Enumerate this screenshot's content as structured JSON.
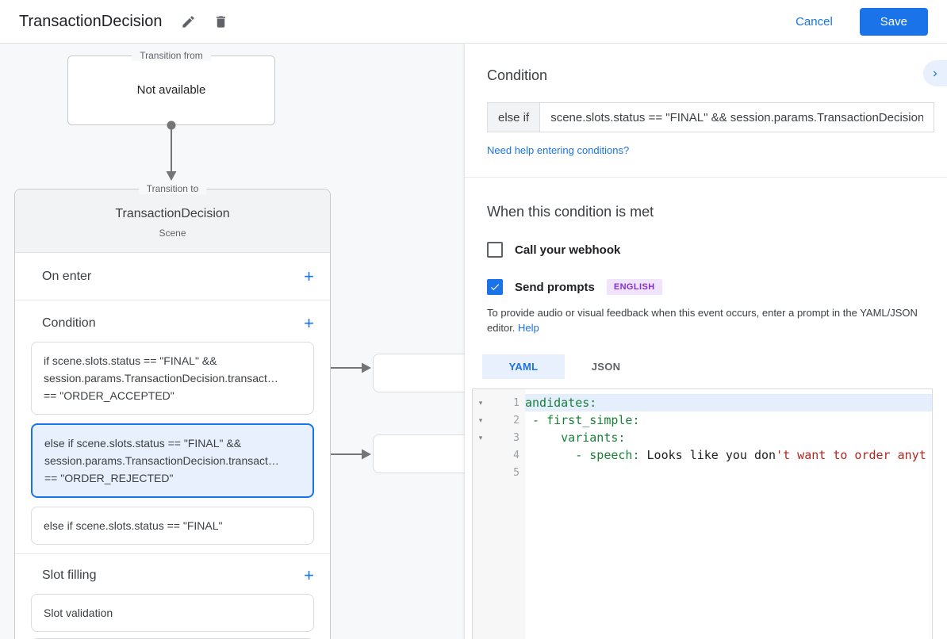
{
  "header": {
    "title": "TransactionDecision",
    "cancel_label": "Cancel",
    "save_label": "Save"
  },
  "icons": {
    "add": "+",
    "fold": "▾"
  },
  "colors": {
    "accent_blue": "#1a73e8",
    "selected_condition_bg": "#e8f0fe",
    "selected_condition_border": "#1a73e8",
    "code_key_green": "#188038",
    "code_string_red": "#b3261e",
    "badge_purple": "#8430ce"
  },
  "canvas": {
    "transition_from": {
      "legend": "Transition from",
      "text": "Not available"
    },
    "transition_to": {
      "legend": "Transition to",
      "scene_name": "TransactionDecision",
      "scene_type": "Scene",
      "on_enter_label": "On enter",
      "condition_label": "Condition",
      "condition_items": [
        {
          "text": "if scene.slots.status == \"FINAL\" &&\nsession.params.TransactionDecision.transact…\n== \"ORDER_ACCEPTED\"",
          "selected": false
        },
        {
          "text": "else if scene.slots.status == \"FINAL\" &&\nsession.params.TransactionDecision.transact…\n== \"ORDER_REJECTED\"",
          "selected": true
        },
        {
          "text": "else if scene.slots.status == \"FINAL\"",
          "selected": false
        }
      ],
      "slot_filling_label": "Slot filling",
      "slot_items": [
        {
          "text": "Slot validation"
        }
      ]
    }
  },
  "panel": {
    "title": "Condition",
    "condition_prefix": "else if",
    "condition_value": "scene.slots.status == \"FINAL\" && session.params.TransactionDecision.",
    "help_link": "Need help entering conditions?",
    "when_met": {
      "title": "When this condition is met",
      "webhook_label": "Call your webhook",
      "prompts_label": "Send prompts",
      "language_badge": "ENGLISH",
      "description": "To provide audio or visual feedback when this event occurs, enter a prompt in the YAML/JSON editor.",
      "help_label": "Help"
    },
    "tabs": [
      {
        "label": "YAML",
        "active": true
      },
      {
        "label": "JSON",
        "active": false
      }
    ],
    "editor": {
      "lines": [
        {
          "num": 1,
          "fold": true,
          "active": true,
          "tokens": [
            {
              "c": "key",
              "t": "andidates:"
            }
          ]
        },
        {
          "num": 2,
          "fold": true,
          "active": false,
          "tokens": [
            {
              "c": "key",
              "t": " - first_simple:"
            }
          ]
        },
        {
          "num": 3,
          "fold": true,
          "active": false,
          "tokens": [
            {
              "c": "key",
              "t": "     variants:"
            }
          ]
        },
        {
          "num": 4,
          "fold": false,
          "active": false,
          "tokens": [
            {
              "c": "key",
              "t": "       - speech: "
            },
            {
              "c": "plain",
              "t": "Looks like you don"
            },
            {
              "c": "str",
              "t": "'t want to order anyt"
            }
          ]
        },
        {
          "num": 5,
          "fold": false,
          "active": false,
          "tokens": []
        }
      ]
    }
  }
}
